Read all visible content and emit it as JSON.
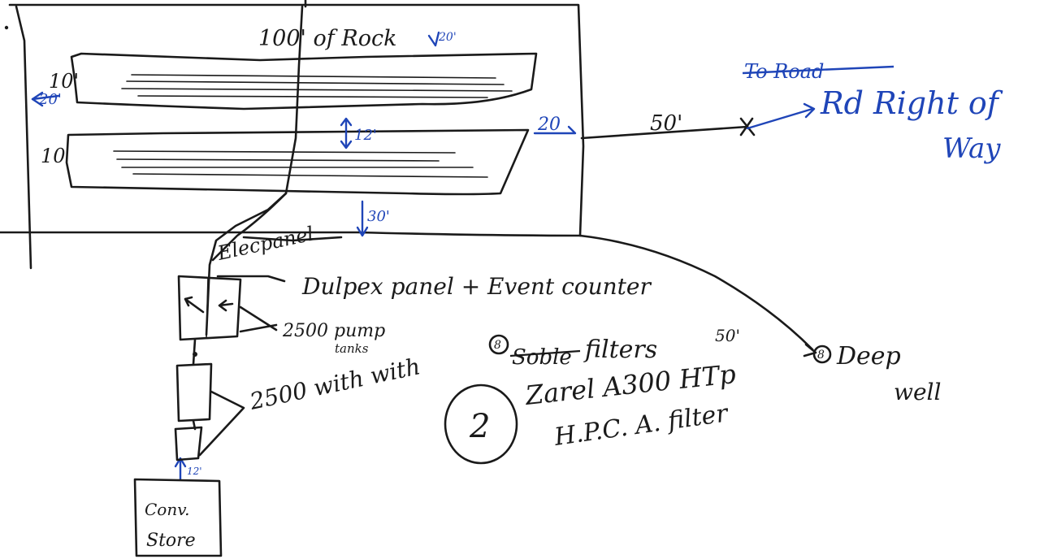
{
  "labels": {
    "rock_length": "100' of Rock",
    "rock_top_gap": "20'",
    "left_trench_width": "10'",
    "left_side_arrow": "20'",
    "second_trench_width": "10",
    "trench_gap": "12'",
    "bottom_gap": "30'",
    "right_side_gap": "20",
    "road_distance": "50'",
    "to_road_struck": "To Road",
    "road_right_of_way_line1": "Rd Right of",
    "road_right_of_way_line2": "Way",
    "elec_panel": "Elecpanel",
    "duplex_panel": "Dulpex panel + Event counter",
    "pump_tanks_line1": "2500 pump",
    "pump_tanks_line2": "tanks",
    "filter_tanks": "2500 with with",
    "filter_count_circle": "8",
    "filters_struck": "Soble",
    "filters": "filters",
    "well_distance": "50'",
    "well_circle": "8",
    "well_line1": "Deep",
    "well_line2": "well",
    "filter_model_line1": "Zarel A300 HTp",
    "filter_model_line2": "H.P.C. A. filter",
    "page_number": "2",
    "store_gap": "12'",
    "store_line1": "Conv.",
    "store_line2": "Store"
  },
  "colors": {
    "ink": "#1a1a1a",
    "blue_ink": "#1f45b8",
    "paper": "#ffffff"
  }
}
